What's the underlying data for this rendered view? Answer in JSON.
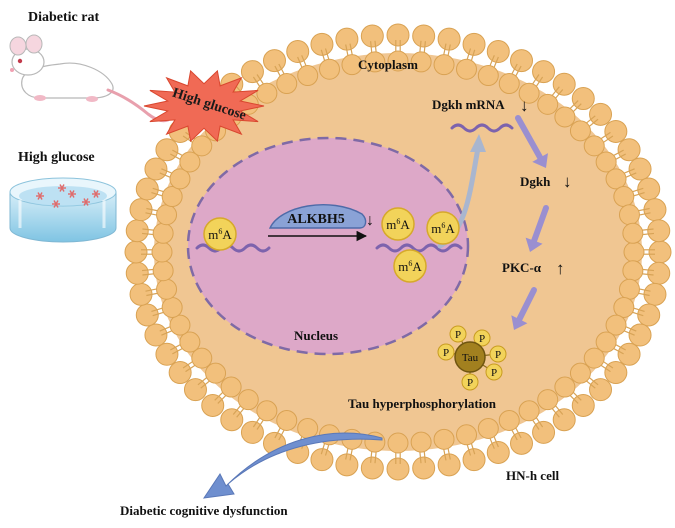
{
  "labels": {
    "diabetic_rat": "Diabetic rat",
    "high_glucose_left": "High glucose",
    "high_glucose_burst": "High glucose",
    "cytoplasm": "Cytoplasm",
    "nucleus": "Nucleus",
    "alkbh5": "ALKBH5",
    "dgkh_mrna": "Dgkh mRNA",
    "dgkh": "Dgkh",
    "pkc": "PKC-α",
    "tau": "Tau",
    "phospho": "P",
    "tau_hyper": "Tau hyperphosphorylation",
    "cell_name": "HN-h cell",
    "outcome": "Diabetic cognitive dysfunction",
    "m6a_base": "m",
    "m6a_sup": "6",
    "m6a_tail": "A",
    "arrow_down": "↓",
    "arrow_up": "↑"
  },
  "colors": {
    "membrane_head": "#f2c07c",
    "membrane_head_stroke": "#d9a253",
    "cytoplasm": "#f0c692",
    "nucleus_fill": "#dda8c8",
    "nucleus_stroke": "#7f6aa6",
    "rna": "#7d63ad",
    "alkbh5_fill": "#8aa2d6",
    "m6a_fill": "#f2d35a",
    "tau_fill": "#a2801f",
    "pathway_arrow": "#9a8fd0",
    "burst_fill": "#f06a55",
    "outcome_arrow": "#6f8fcf"
  }
}
